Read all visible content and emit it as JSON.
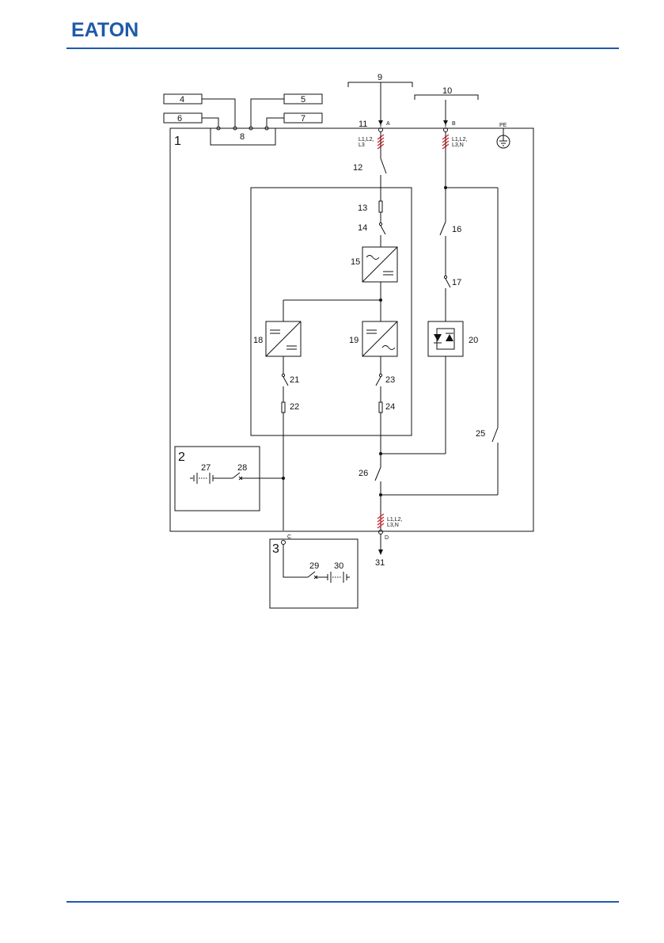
{
  "header": {
    "brand": "EATON",
    "brand_color": "#1e5aa8"
  },
  "diagram": {
    "box_labels": {
      "b4": "4",
      "b5": "5",
      "b6": "6",
      "b7": "7",
      "b8": "8"
    },
    "area_labels": {
      "a1": "1",
      "a2": "2",
      "a3": "3"
    },
    "inputs": {
      "l9": "9",
      "l10": "10",
      "l11": "11"
    },
    "terminals": {
      "A": "A",
      "B": "B",
      "C": "C",
      "D": "D",
      "PE": "PE"
    },
    "phase_labels": {
      "ph_a_1": "L1,L2,",
      "ph_a_2": "L3",
      "ph_b_1": "L1,L2,",
      "ph_b_2": "L3,N",
      "ph_d_1": "L1,L2,",
      "ph_d_2": "L3,N"
    },
    "components": {
      "c12": "12",
      "c13": "13",
      "c14": "14",
      "c15": "15",
      "c16": "16",
      "c17": "17",
      "c18": "18",
      "c19": "19",
      "c20": "20",
      "c21": "21",
      "c22": "22",
      "c23": "23",
      "c24": "24",
      "c25": "25",
      "c26": "26",
      "c27": "27",
      "c28": "28",
      "c29": "29",
      "c30": "30",
      "c31": "31"
    }
  }
}
